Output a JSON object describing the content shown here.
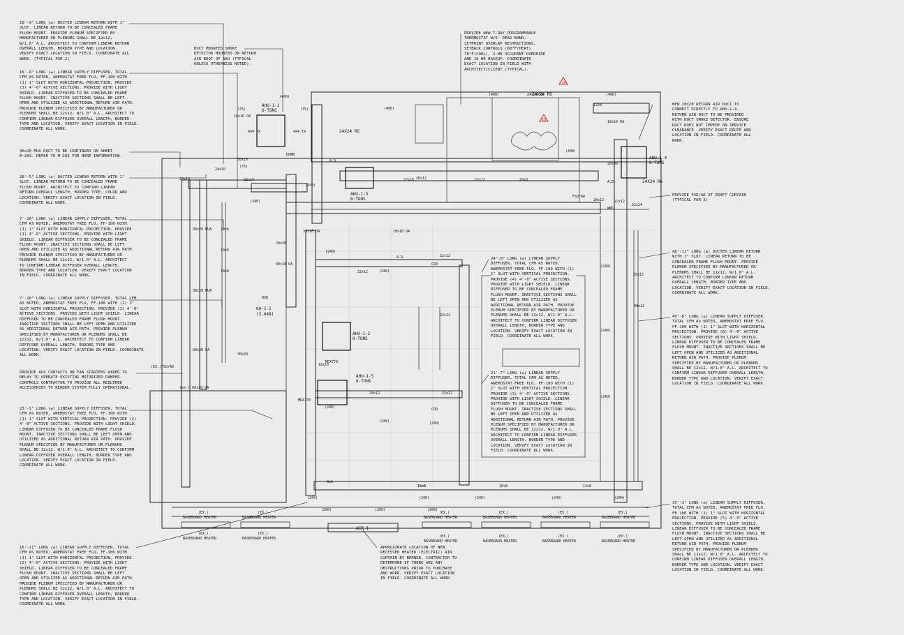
{
  "notes_left": [
    "18'-9\" LONG (±) DUCTED LINEAR RETURN WITH 1\"\nSLOT. LINEAR RETURN TO BE CONCEALED FRAME\nFLUSH MOUNT. PROVIDE PLENUM SPECIFIED BY\nMANUFACTURER OR PLENUMS SHALL BE 12x12,\nW/1.0\" A.L. ARCHITECT TO CONFIRM LINEAR RETURN\nOVERALL LENGTH, BORDER TYPE AND LOCATION.\nVERIFY EXACT LOCATION IN FIELD. COORDINATE ALL\nWORK. (TYPICAL FOR 2)",
    "16'-0\" LONG (±) LINEAR SUPPLY DIFFUSER, TOTAL\nCFM AS NOTED, ANEMOSTAT FREE FLO, FF-100 WITH\n(1) 1\" SLOT WITH HORIZONTAL PROJECTION. PROVIDE\n(3) 4'-0\" ACTIVE SECTIONS. PROVIDE WITH LIGHT\nSHIELD. LINEAR DIFFUSER TO BE CONCEALED FRAME\nFLUSH MOUNT. INACTIVE SECTIONS SHALL BE LEFT\nOPEN AND UTILIZED AS ADDITIONAL RETURN AIR PATH.\nPROVIDE PLENUM SPECIFIED BY MANUFACTURER OR\nPLENUMS SHALL BE 12x12, W/1.0\" A.L. ARCHITECT TO\nCONFIRM LINEAR DIFFUSER OVERALL LENGTH, BORDER\nTYPE AND LOCATION. VERIFY EXACT LOCATION IN FIELD.\nCOORDINATE ALL WORK.",
    "30x20 MUA DUCT TO BE CONTINUED ON SHEET\nM-203. REFER TO M-203 FOR MORE INFORMATION.",
    "28'-5\" LONG (±) DUCTED LINEAR RETURN WITH 1\"\nSLOT. LINEAR RETURN TO BE CONCEALED FRAME\nFLUSH MOUNT. ARCHITECT TO CONFIRM LINEAR\nRETURN OVERALL LENGTH, BORDER TYPE, COLOR AND\nLOCATION. VERIFY EXACT LOCATION IN FIELD.\nCOORDINATE ALL WORK.",
    "7'-10\" LONG (±) LINEAR SUPPLY DIFFUSER, TOTAL\nCFM AS NOTED, ANEMOSTAT FREE FLO, FF-100 WITH\n(1) 1\" SLOT WITH HORIZONTAL PROJECTION. PROVIDE\n(1) 4'-0\" ACTIVE SECTIONS. PROVIDE WITH LIGHT\nSHIELD. LINEAR DIFFUSER TO BE CONCEALED FRAME\nFLUSH MOUNT. INACTIVE SECTIONS SHALL BE LEFT\nOPEN AND UTILIZED AS ADDITIONAL RETURN AIR PATH.\nPROVIDE PLENUM SPECIFIED BY MANUFACTURER OR\nPLENUMS SHALL BE 12x12, W/1.0\" A.L. ARCHITECT\nTO CONFIRM LINEAR DIFFUSER OVERALL LENGTH,\nBORDER TYPE AND LOCATION. VERIFY EXACT LOCATION\nIN FIELD. COORDINATE ALL WORK.",
    "7'-10\" LONG (±) LINEAR SUPPLY DIFFUSER, TOTAL CFM\nAS NOTED, ANEMOSTAT FREE FLO, FF-100 WITH (1) 1\"\nSLOT WITH HORIZONTAL PROJECTION. PROVIDE (1) 4'-0\"\nACTIVE SECTIONS. PROVIDE WITH LIGHT SHIELD. LINEAR\nDIFFUSER TO BE CONCEALED FRAME FLUSH MOUNT.\nINACTIVE SECTIONS SHALL BE LEFT OPEN AND UTILIZED\nAS ADDITIONAL RETURN AIR PATH. PROVIDE PLENUM\nSPECIFIED BY MANUFACTURER OR PLENUMS SHALL BE\n12x12, W/1.0\" A.L. ARCHITECT TO CONFIRM LINEAR\nDIFFUSER OVERALL LENGTH, BORDER TYPE AND\nLOCATION. VERIFY EXACT LOCATION IN FIELD. COORDINATE\nALL WORK.",
    "PROVIDE AUX CONTACTS ON FAN STARTERS WIRED TO\nRELAY TO OPERATE EXISTING MOTORIZED DAMPER.\nCONTROLS CONTRACTOR TO PROVIDE ALL REQUIRED\nACCESSORIES TO RENDER SYSTEM FULLY OPERATIONAL.",
    "23'-1\" LONG (±) LINEAR SUPPLY DIFFUSER, TOTAL\nCFM AS NOTED, ANEMOSTAT FREE FLO, FF-100 WITH\n(1) 1\" SLOT WITH VERTICAL PROJECTION. PROVIDE (2)\n4'-0\" ACTIVE SECTIONS. PROVIDE WITH LIGHT SHIELD.\nLINEAR DIFFUSER TO BE CONCEALED FRAME FLUSH\nMOUNT. INACTIVE SECTIONS SHALL BE LEFT OPEN AND\nUTILIZED AS ADDITIONAL RETURN AIR PATH. PROVIDE\nPLENUM SPECIFIED BY MANUFACTURER OR PLENUMS\nSHALL BE 12x12, W/1.0\" A.L. ARCHITECT TO CONFIRM\nLINEAR DIFFUSER OVERALL LENGTH, BORDER TYPE AND\nLOCATION. VERIFY EXACT LOCATION IN FIELD.\nCOORDINATE ALL WORK.",
    "16'-11\" LONG (±) LINEAR SUPPLY DIFFUSER, TOTAL\nCFM AS NOTED, ANEMOSTAT FREE FLO, FF-100 WITH\n(1) 1\" SLOT WITH HORIZONTAL PROJECTION. PROVIDE\n(2) 4'-0\" ACTIVE SECTIONS. PROVIDE WITH LIGHT\nSHIELD. LINEAR DIFFUSER TO BE CONCEALED FRAME\nFLUSH MOUNT. INACTIVE SECTIONS SHALL BE LEFT\nOPEN AND UTILIZED AS ADDITIONAL RETURN AIR PATH.\nPROVIDE PLENUM SPECIFIED BY MANUFACTURER OR\nPLENUMS SHALL BE 12x12, W/1.0\" A.L. ARCHITECT TO\nCONFIRM LINEAR DIFFUSER OVERALL LENGTH, BORDER\nTYPE AND LOCATION. VERIFY EXACT LOCATION IN FIELD.\nCOORDINATE ALL WORK."
  ],
  "notes_top": [
    "DUCT MOUNTED SMOKE\nDETECTOR MOUNTED ON RETURN\nAIR BOOT OF AHU (TYPICAL\nUNLESS OTHERWISE NOTED).",
    "PROVIDE NEW 7-DAY PROGRAMMABLE\nTHERMOSTAT W/5' DEAD BAND,\nSETPOINT OVERLAP RESTRICTIONS,\nSETBACK CONTROLS (68°F(HEAT)\n78°F(COOL), 2-HR OCCUPANT OVERRIDE\nAND 10 HR BACKUP. COORDINATE\nEXACT LOCATION IN FIELD WITH\nARCHITECT/CLIENT (TYPICAL)."
  ],
  "notes_right": [
    "NEW 20X20 RETURN AIR DUCT TO\nCONNECT DIRECTLY TO AHU-1-4.\nRETURN AIR DUCT TO BE PROVIDED\nWITH DUCT SMOKE DETECTOR. ENSURE\nDUCT DOES NOT IMPEDE ON SERVICE\nCLEARANCE. VERIFY EXACT ROUTE AND\nLOCATION IN FIELD. COORDINATE ALL\nWORK.",
    "PROVIDE FSD/AD AT DRAFT CURTAIN\n(TYPICAL FOR 3)",
    "48'-11\" LONG (±) DUCTED LINEAR RETURN\nWITH 1\" SLOT. LINEAR RETURN TO BE\nCONCEALED FRAME FLUSH MOUNT. PROVIDE\nPLENUM SPECIFIED BY MANUFACTURER OR\nPLENUMS SHALL BE 12x12, W/1.0\" A.L.\nARCHITECT TO CONFIRM LINEAR RETURN\nOVERALL LENGTH, BORDER TYPE AND\nLOCATION. VERIFY EXACT LOCATION IN FIELD.\nCOORDINATE ALL WORK.",
    "40'-6\" LONG (±) LINEAR SUPPLY DIFFUSER,\nTOTAL CFM AS NOTED, ANEMOSTAT FREE FLO,\nFF-100 WITH (1) 1\" SLOT WITH HORIZONTAL\nPROJECTION. PROVIDE (8) 4'-0\" ACTIVE\nSECTIONS. PROVIDE WITH LIGHT SHIELD.\nLINEAR DIFFUSER TO BE CONCEALED FRAME\nFLUSH MOUNT. INACTIVE SECTIONS SHALL BE\nLEFT OPEN AND UTILIZED AS ADDITIONAL\nRETURN AIR PATH. PROVIDE PLENUM\nSPECIFIED BY MANUFACTURER OR PLENUMS\nSHALL BE 12x12, W/1.0\" A.L. ARCHITECT TO\nCONFIRM LINEAR DIFFUSER OVERALL LENGTH,\nBORDER TYPE AND LOCATION. VERIFY EXACT\nLOCATION IN FIELD. COORDINATE ALL WORK.",
    "35'-3\" LONG (±) LINEAR SUPPLY DIFFUSER,\nTOTAL CFM AS NOTED, ANEMOSTAT FREE FLO,\nFF-100 WITH (1) 1\" SLOT WITH HORIZONTAL\nPROJECTION. PROVIDE (5) 4'-0\" ACTIVE\nSECTIONS. PROVIDE WITH LIGHT SHIELD.\nLINEAR DIFFUSER TO BE CONCEALED FRAME\nFLUSH MOUNT. INACTIVE SECTIONS SHALL BE\nLEFT OPEN AND UTILIZED AS ADDITIONAL\nRETURN AIR PATH. PROVIDE PLENUM\nSPECIFIED BY MANUFACTURER OR PLENUMS\nSHALL BE 12x12, W/1.0\" A.L. ARCHITECT TO\nCONFIRM LINEAR DIFFUSER OVERALL LENGTH,\nBORDER TYPE AND LOCATION. VERIFY EXACT\nLOCATION IN FIELD. COORDINATE ALL WORK."
  ],
  "notes_center": [
    "24'-8\" LONG (±) LINEAR SUPPLY\nDIFFUSER, TOTAL CFM AS NOTED,\nANEMOSTAT FREE FLO, FF-100 WITH (1)\n1\" SLOT WITH VERTICAL PROJECTION.\nPROVIDE (4) 4'-0\" ACTIVE SECTIONS.\nPROVIDE WITH LIGHT SHIELD. LINEAR\nDIFFUSER TO BE CONCEALED FRAME\nFLUSH MOUNT. INACTIVE SECTIONS SHALL\nBE LEFT OPEN AND UTILIZED AS\nADDITIONAL RETURN AIR PATH. PROVIDE\nPLENUM SPECIFIED BY MANUFACTURER OR\nPLENUMS SHALL BE 12x12, W/1.0\" A.L.\nARCHITECT TO CONFIRM LINEAR DIFFUSER\nOVERALL LENGTH, BORDER TYPE AND\nLOCATION. VERIFY EXACT LOCATION IN\nFIELD. COORDINATE ALL WORK.",
    "21'-7\" LONG (±) LINEAR SUPPLY\nDIFFUSER, TOTAL CFM AS NOTED,\nANEMOSTAT FREE FLO, FF-100 WITH (1)\n1\" SLOT WITH VERTICAL PROJECTION.\nPROVIDE (3) 4'-0\" ACTIVE SECTIONS.\nPROVIDE WITH LIGHT SHIELD. LINEAR\nDIFFUSER TO BE CONCEALED FRAME\nFLUSH MOUNT. INACTIVE SECTIONS SHALL\nBE LEFT OPEN AND UTILIZED AS\nADDITIONAL RETURN AIR PATH. PROVIDE\nPLENUM SPECIFIED BY MANUFACTURER OR\nPLENUMS SHALL BE 12x12, W/1.0\" A.L.\nARCHITECT TO CONFIRM LINEAR DIFFUSER\nOVERALL LENGTH, BORDER TYPE AND\nLOCATION. VERIFY EXACT LOCATION IN\nFIELD. COORDINATE ALL WORK."
  ],
  "note_bottom": "APPROXIMATE LOCATION OF NEW\nRECESSED HEATED (ELECTRIC) AIR\nCURTAIN BY BERNER. CONTRACTOR TO\nDETERMINE IF THERE ARE ANY\nOBSTRUCTIONS PRIOR TO PURCHASE\nAND WORK. VERIFY EXACT LOCATION\nIN FIELD. COORDINATE ALL WORK.",
  "equipment": {
    "ahu_1_1": "AHU-1-1",
    "ahu_1_1_tons": "6-TONS",
    "ahu_1_2": "AHU-1-2",
    "ahu_1_2_tons": "6-TONS",
    "ahu_1_3": "AHU-1-3",
    "ahu_1_3_tons": "6-TONS",
    "ahu_1_4": "AHU-1-4",
    "ahu_1_4_tons": "6-TONS",
    "ahu_1_5": "AHU-1-5",
    "ahu_1_5_tons": "6-TONS",
    "oa_1_1": "OA-1-1",
    "oa_1_1_cfm": "(3,848)",
    "acr_1": "ACR-1",
    "rg": "24X24 RG",
    "rg2": "24X24 RG",
    "rg3": "24X24 RG"
  },
  "duct_labels": [
    "24x10",
    "22x14",
    "18x10 OA",
    "30x16 OA",
    "18x10 OA",
    "20x12",
    "20x8",
    "22x12",
    "22x16",
    "22x12",
    "24x12",
    "22x12",
    "16x6",
    "16x8",
    "12x8",
    "8x6",
    "60x20 FA",
    "30x20",
    "30x20 MUA",
    "30x20 MUA",
    "30x20",
    "20x20",
    "18x10 OA",
    "12x8",
    "22x12",
    "20x12",
    "10x6",
    "10x6",
    "10x6",
    "24x10",
    "30x16 OA",
    "(ex.) 60x20 OA",
    "18x10",
    "22x12",
    "4X4 TX",
    "4X4 TX",
    "DOWN",
    "MDX770",
    "MDX770",
    "FSD/AD",
    "(EX.)FSD/AD",
    "A.D.",
    "A.D.",
    "A.D.",
    "20x12",
    "40x12",
    "20x30",
    "22x24",
    "24x24 RG",
    "22x12",
    "16x6"
  ],
  "cfm_labels": [
    "(400)",
    "(400)",
    "(400)",
    "(400)",
    "(75)",
    "(75)",
    "(75)",
    "(240)",
    "(240)",
    "(240)",
    "(240)",
    "(240)",
    "(240)",
    "(240)",
    "(240)",
    "(240)",
    "(200)",
    "(200)",
    "(200)",
    "(200)",
    "(150)",
    "(400)",
    "(240)",
    "(240)",
    "(240)",
    "(240)"
  ],
  "symbol_labels": {
    "cod": "COD",
    "wms": "WMS",
    "dsd": "DSD",
    "rev": "15"
  },
  "heaters": [
    "(EX.)\nBASEBOARD HEATER"
  ]
}
